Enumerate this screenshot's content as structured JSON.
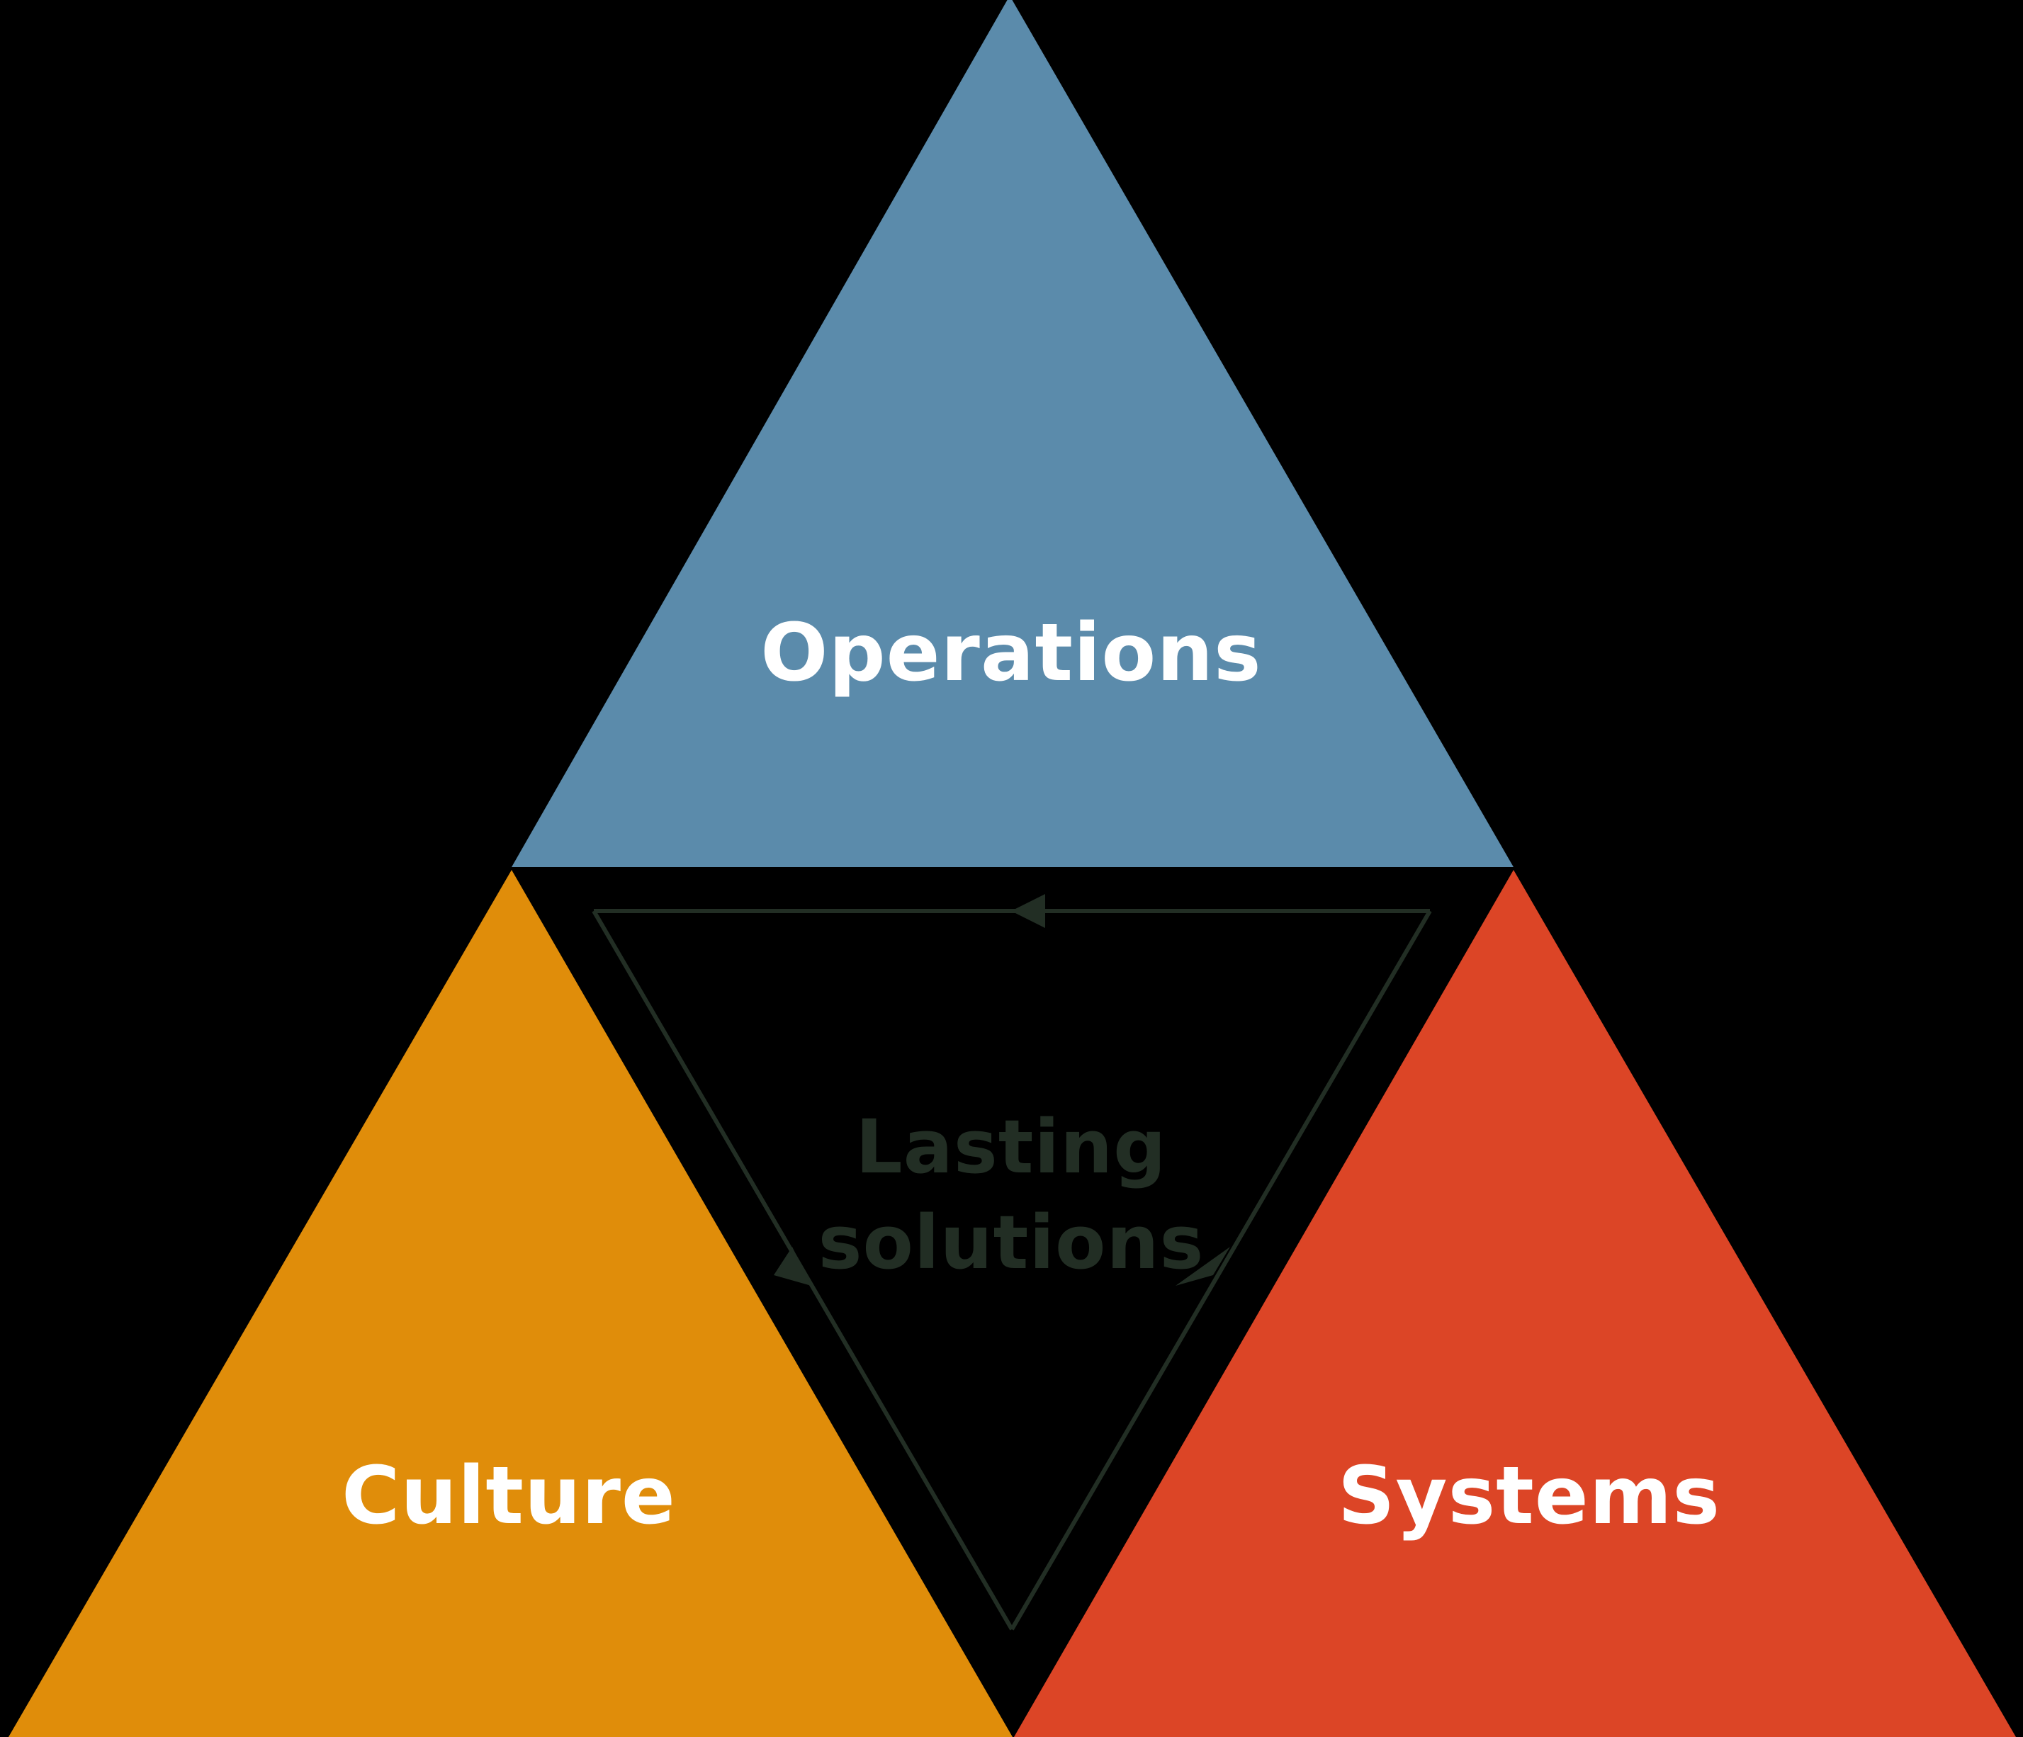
{
  "diagram": {
    "type": "triangle-cycle",
    "title": "Operations / Culture / Systems triangle",
    "background_color": "#000000",
    "nodes": [
      {
        "id": "operations",
        "label": "Operations",
        "color": "#5B8BAB",
        "position": "top",
        "label_color": "#FFFFFF"
      },
      {
        "id": "culture",
        "label": "Culture",
        "color": "#E08D0A",
        "position": "bottom-left",
        "label_color": "#FFFFFF"
      },
      {
        "id": "systems",
        "label": "Systems",
        "color": "#DC4526",
        "position": "bottom-right",
        "label_color": "#FFFFFF"
      }
    ],
    "center": {
      "id": "lasting-solutions",
      "line1": "Lasting",
      "line2": "solutions",
      "text_color": "#222E24",
      "outline_color": "#222E24",
      "outline_width": 6
    },
    "cycle": {
      "direction": "counter-clockwise",
      "arrows": [
        {
          "id": "systems-to-culture",
          "edge": "top",
          "points": "left"
        },
        {
          "id": "culture-to-operations",
          "edge": "left",
          "points": "down-right"
        },
        {
          "id": "operations-to-systems",
          "edge": "right",
          "points": "up-right"
        }
      ]
    }
  }
}
